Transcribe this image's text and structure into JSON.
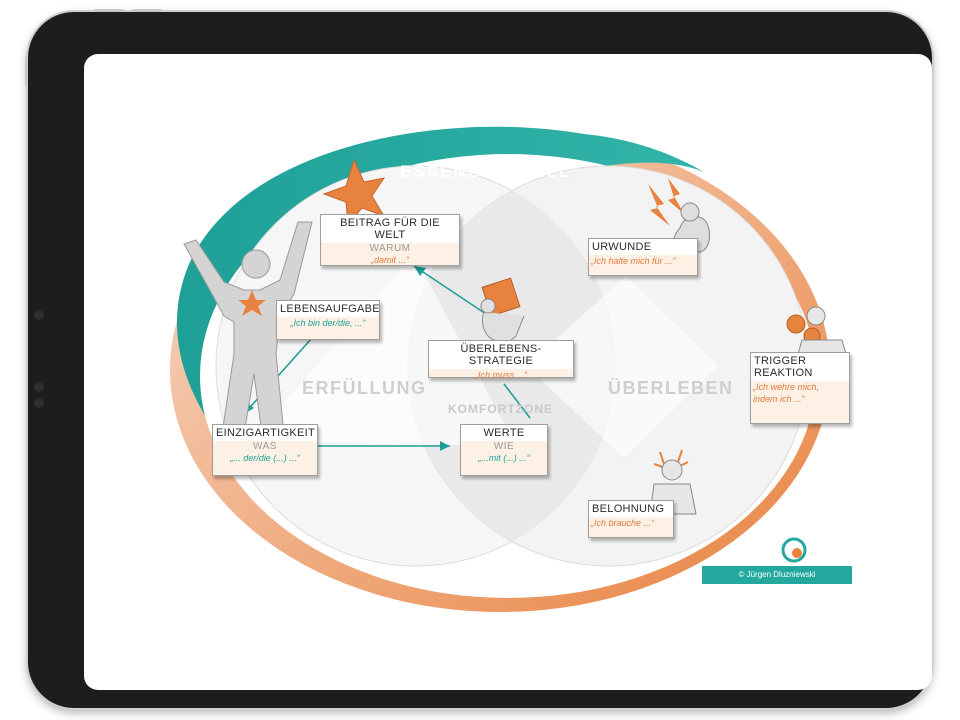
{
  "diagram": {
    "title": "ESSENZ-MODELL",
    "title_mark": "®",
    "regions": {
      "left": "ERFÜLLUNG",
      "right": "ÜBERLEBEN",
      "center": "KOMFORTZONE"
    },
    "boxes": {
      "beitrag": {
        "title": "BEITRAG FÜR DIE WELT",
        "sub": "WARUM",
        "quote": "„damit ...“"
      },
      "lebensaufgabe": {
        "title": "LEBENSAUFGABE",
        "quote": "„Ich bin der/die, ...“"
      },
      "einzigartigkeit": {
        "title": "EINZIGARTIGKEIT",
        "sub": "WAS",
        "quote": "„... der/die (...) ...“"
      },
      "werte": {
        "title": "WERTE",
        "sub": "WIE",
        "quote": "„...mit (...) ...“"
      },
      "strategie": {
        "title": "ÜBERLEBENS-STRATEGIE",
        "quote": "„Ich muss ...“"
      },
      "urwunde": {
        "title": "URWUNDE",
        "quote": "„Ich halte mich für ...“"
      },
      "trigger": {
        "title1": "TRIGGER",
        "title2": "REAKTION",
        "quote1": "„Ich wehre mich,",
        "quote2": "indem ich ...“"
      },
      "belohnung": {
        "title": "BELOHNUNG",
        "quote": "„Ich brauche ...“"
      }
    },
    "copyright": "© Jürgen Dluzniewski",
    "colors": {
      "teal": "#23a89e",
      "orange": "#e8823f",
      "box_fill": "#fdf1e6"
    }
  }
}
